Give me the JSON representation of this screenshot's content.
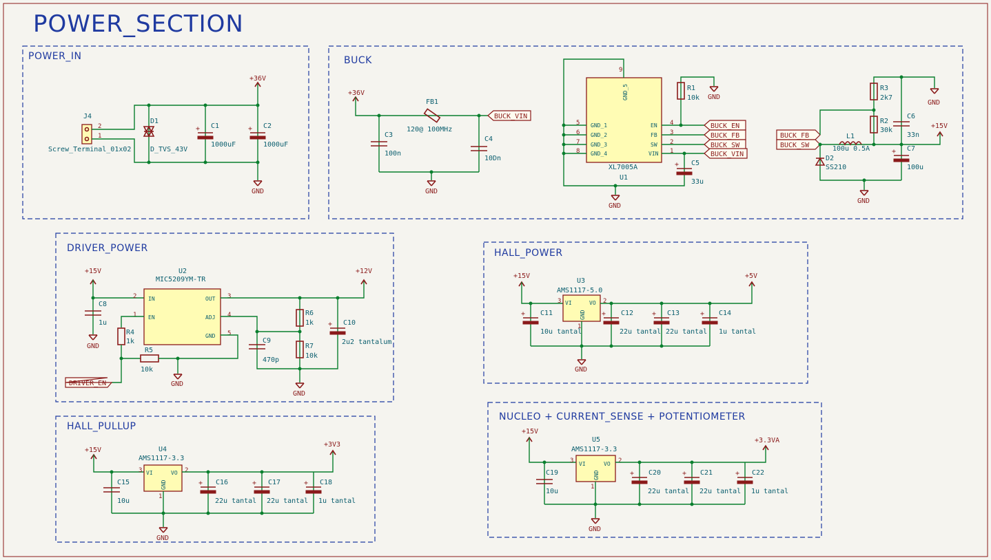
{
  "title": "POWER_SECTION",
  "sections": {
    "power_in": "POWER_IN",
    "buck": "BUCK",
    "driver_power": "DRIVER_POWER",
    "hall_power": "HALL_POWER",
    "hall_pullup": "HALL_PULLUP",
    "nucleo": "NUCLEO + CURRENT_SENSE + POTENTIOMETER"
  },
  "power": {
    "v36": "+36V",
    "v15": "+15V",
    "v12": "+12V",
    "v5": "+5V",
    "v3v3": "+3V3",
    "v3v3a": "+3.3VA",
    "gnd": "GND"
  },
  "labels": {
    "buck_vin": "BUCK_VIN",
    "buck_en": "BUCK_EN",
    "buck_fb": "BUCK_FB",
    "buck_sw": "BUCK_SW",
    "driver_en": "DRIVER_EN"
  },
  "parts": {
    "J4": {
      "ref": "J4",
      "value": "Screw_Terminal_01x02",
      "pin1": "1",
      "pin2": "2"
    },
    "D1": {
      "ref": "D1",
      "value": "D_TVS_43V"
    },
    "C1": {
      "ref": "C1",
      "value": "1000uF"
    },
    "C2": {
      "ref": "C2",
      "value": "1000uF"
    },
    "FB1": {
      "ref": "FB1",
      "value": "120@ 100MHz"
    },
    "C3": {
      "ref": "C3",
      "value": "100n"
    },
    "C4": {
      "ref": "C4",
      "value": "10Dn"
    },
    "U1": {
      "ref": "U1",
      "value": "XL7005A",
      "pins": [
        "GND_1",
        "GND_2",
        "GND_3",
        "GND_4",
        "GND_5",
        "EN",
        "FB",
        "SW",
        "VIN"
      ],
      "nums": [
        "5",
        "6",
        "7",
        "8",
        "9",
        "4",
        "3",
        "2",
        "1"
      ]
    },
    "R1": {
      "ref": "R1",
      "value": "10k"
    },
    "C5": {
      "ref": "C5",
      "value": "33u"
    },
    "R3": {
      "ref": "R3",
      "value": "2k7"
    },
    "R2": {
      "ref": "R2",
      "value": "30k"
    },
    "C6": {
      "ref": "C6",
      "value": "33n"
    },
    "L1": {
      "ref": "L1",
      "value": "100u 0.5A"
    },
    "D2": {
      "ref": "D2",
      "value": "SS210"
    },
    "C7": {
      "ref": "C7",
      "value": "100u"
    },
    "U2": {
      "ref": "U2",
      "value": "MIC5209YM-TR",
      "pins": [
        "IN",
        "EN",
        "OUT",
        "ADJ",
        "GND"
      ],
      "nums": [
        "2",
        "1",
        "3",
        "4",
        "5"
      ]
    },
    "C8": {
      "ref": "C8",
      "value": "1u"
    },
    "R4": {
      "ref": "R4",
      "value": "1k"
    },
    "R5": {
      "ref": "R5",
      "value": "10k"
    },
    "C9": {
      "ref": "C9",
      "value": "470p"
    },
    "R6": {
      "ref": "R6",
      "value": "1k"
    },
    "R7": {
      "ref": "R7",
      "value": "10k"
    },
    "C10": {
      "ref": "C10",
      "value": "2u2 tantalum"
    },
    "U3": {
      "ref": "U3",
      "value": "AMS1117-5.0"
    },
    "C11": {
      "ref": "C11",
      "value": "10u tantal"
    },
    "C12": {
      "ref": "C12",
      "value": "22u tantal"
    },
    "C13": {
      "ref": "C13",
      "value": "22u tantal"
    },
    "C14": {
      "ref": "C14",
      "value": "1u tantal"
    },
    "U4": {
      "ref": "U4",
      "value": "AMS1117-3.3"
    },
    "C15": {
      "ref": "C15",
      "value": "10u"
    },
    "C16": {
      "ref": "C16",
      "value": "22u tantal"
    },
    "C17": {
      "ref": "C17",
      "value": "22u tantal"
    },
    "C18": {
      "ref": "C18",
      "value": "1u tantal"
    },
    "U5": {
      "ref": "U5",
      "value": "AMS1117-3.3"
    },
    "C19": {
      "ref": "C19",
      "value": "10u"
    },
    "C20": {
      "ref": "C20",
      "value": "22u tantal"
    },
    "C21": {
      "ref": "C21",
      "value": "22u tantal"
    },
    "C22": {
      "ref": "C22",
      "value": "1u tantal"
    }
  },
  "ldo_pins": {
    "vi": "VI",
    "vo": "VO",
    "gnd": "GND",
    "n_vi": "3",
    "n_vo": "2",
    "n_gnd": "1"
  }
}
